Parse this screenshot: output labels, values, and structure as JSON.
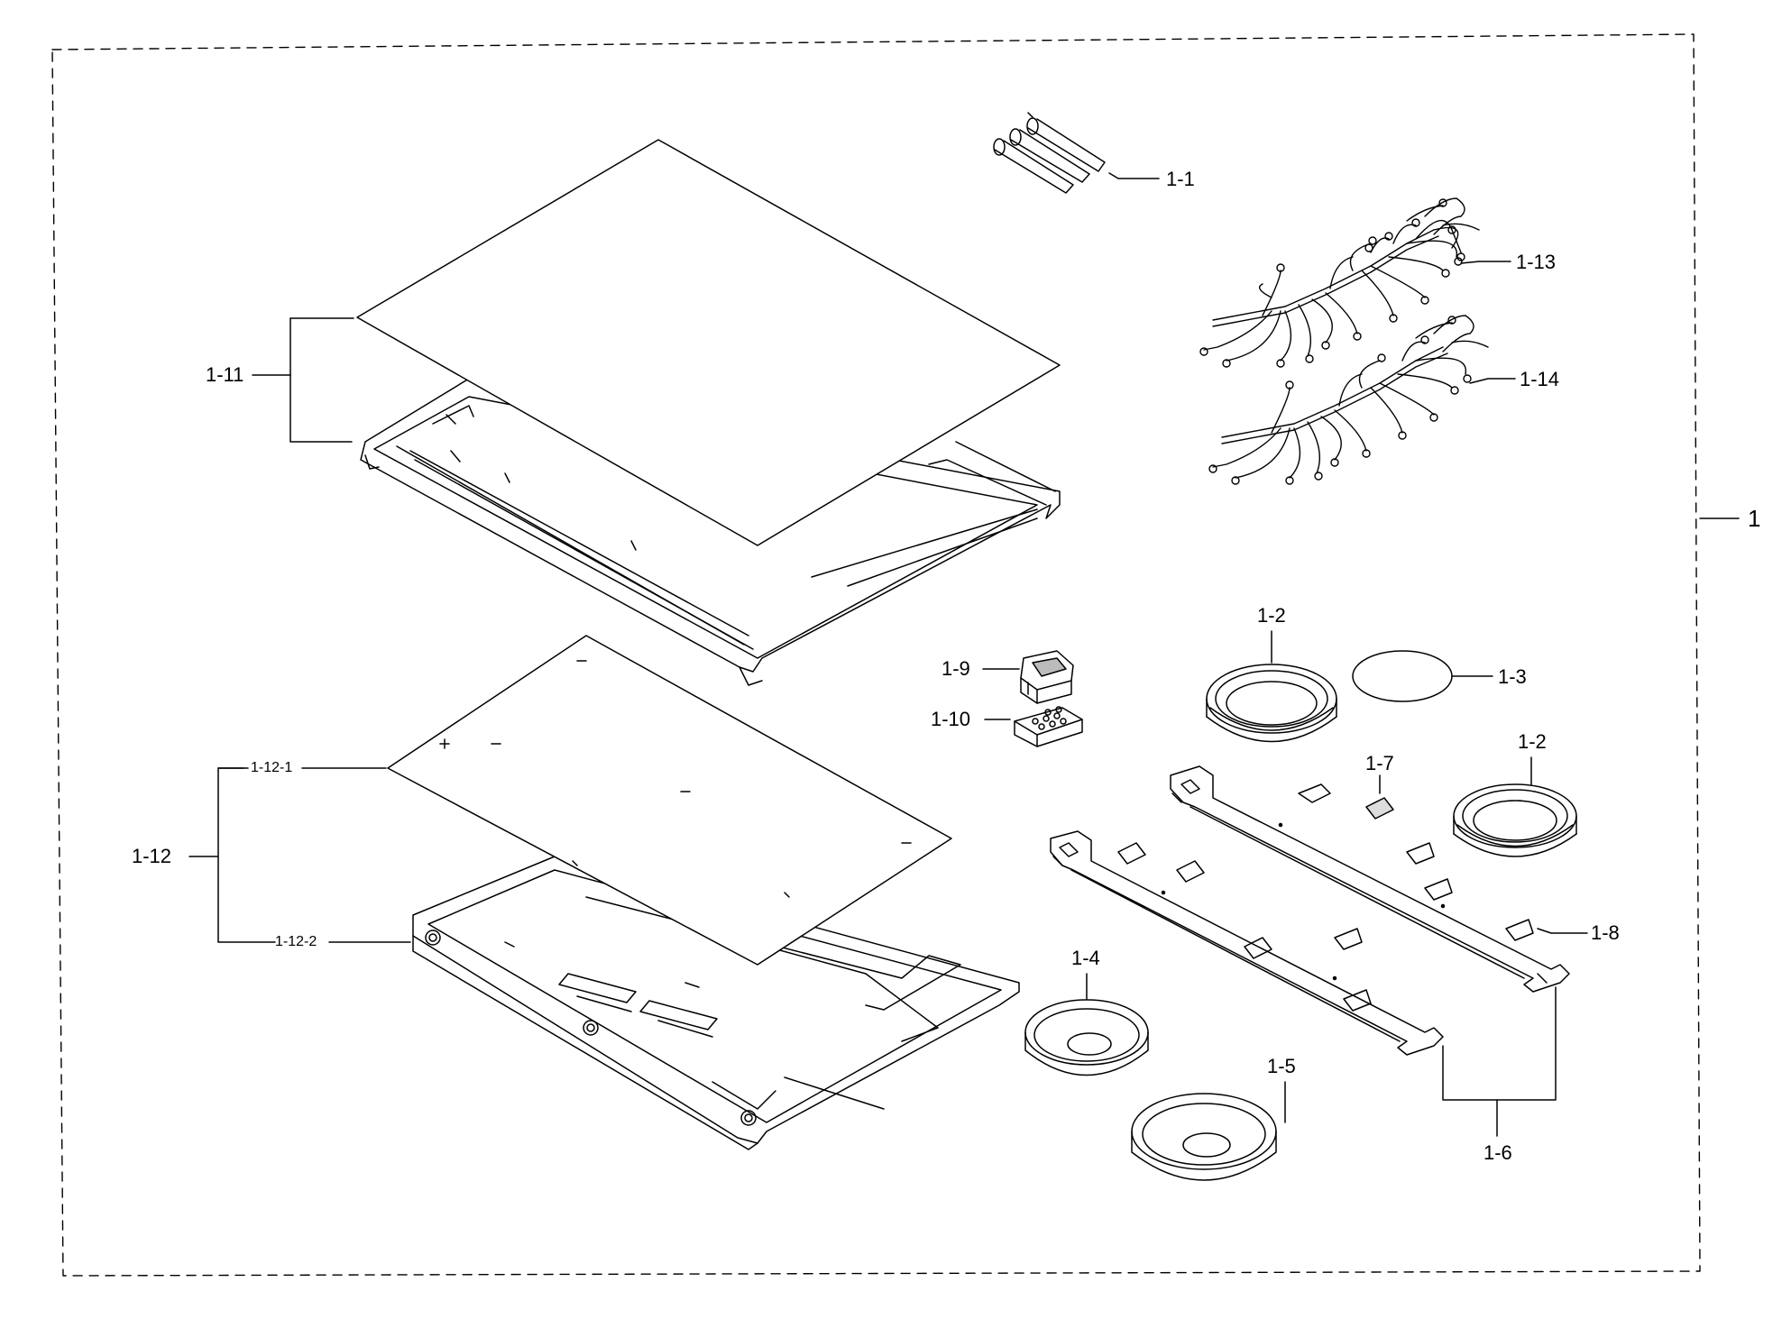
{
  "labels": {
    "assembly": "1",
    "p1_1": "1-1",
    "p1_2a": "1-2",
    "p1_2b": "1-2",
    "p1_3": "1-3",
    "p1_4": "1-4",
    "p1_5": "1-5",
    "p1_6": "1-6",
    "p1_7": "1-7",
    "p1_8": "1-8",
    "p1_9": "1-9",
    "p1_10": "1-10",
    "p1_11": "1-11",
    "p1_12": "1-12",
    "p1_12_1": "1-12-1",
    "p1_12_2": "1-12-2",
    "p1_13": "1-13",
    "p1_14": "1-14"
  },
  "colors": {
    "line": "#000000",
    "fill": "#ffffff",
    "shade": "#e8e8e8"
  }
}
